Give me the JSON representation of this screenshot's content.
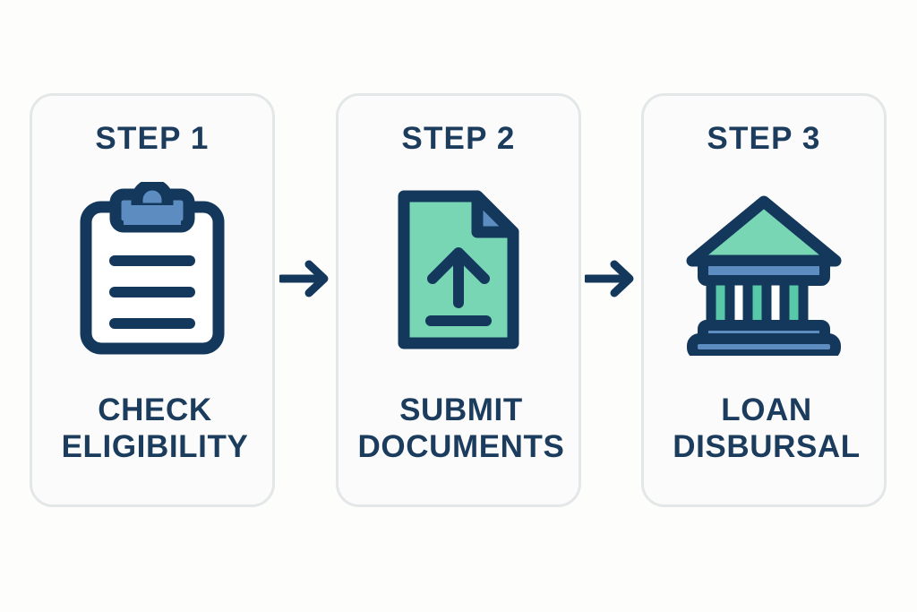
{
  "page": {
    "background_color": "#fdfdfc",
    "type": "three-step process flow diagram",
    "accent_navy": "#1c3c5e",
    "accent_blue": "#5d8dc0",
    "accent_mint": "#79d6b5",
    "card_border_color": "#e4e7e8"
  },
  "steps": [
    {
      "step_label": "STEP 1",
      "icon": "clipboard-icon",
      "caption_line1": "CHECK",
      "caption_line2": "ELIGIBILITY"
    },
    {
      "step_label": "STEP 2",
      "icon": "document-upload-icon",
      "caption_line1": "SUBMIT",
      "caption_line2": "DOCUMENTS"
    },
    {
      "step_label": "STEP 3",
      "icon": "bank-icon",
      "caption_line1": "LOAN",
      "caption_line2": "DISBURSAL"
    }
  ],
  "connectors": [
    {
      "name": "arrow-right-icon"
    },
    {
      "name": "arrow-right-icon"
    }
  ]
}
